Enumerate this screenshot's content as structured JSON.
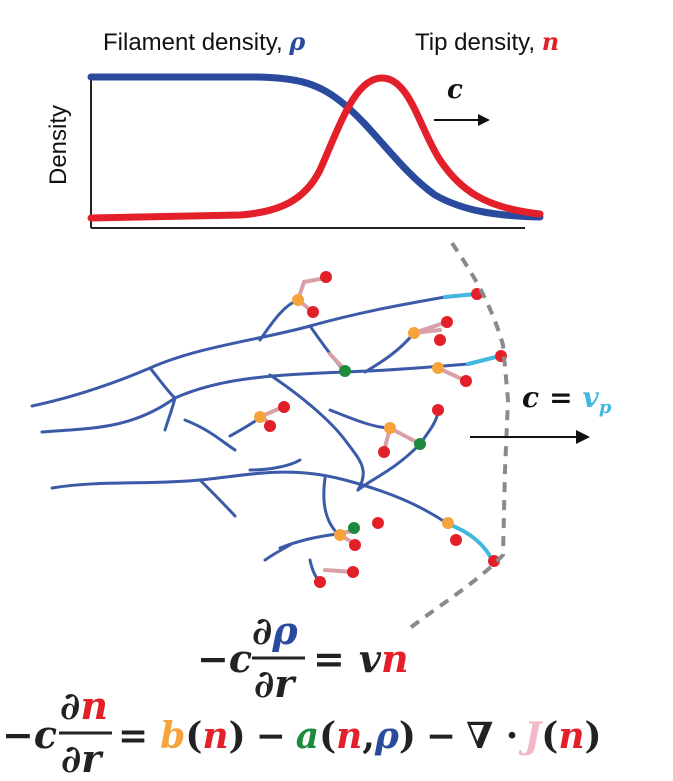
{
  "plot": {
    "legend_filament_text": "Filament density, ",
    "legend_filament_symbol": "ρ",
    "legend_tip_text": "Tip density, ",
    "legend_tip_symbol": "n",
    "ylabel": "Density",
    "arrow_label": "c"
  },
  "network": {
    "speed_lhs": "c",
    "speed_eq": "=",
    "speed_rhs": "v",
    "speed_rhs_sub": "p"
  },
  "equations": {
    "eq1": {
      "minus": "−",
      "c": "c",
      "num_d": "∂",
      "num_var": "ρ",
      "den": "∂r",
      "equals": "=",
      "v": "v",
      "n": "n"
    },
    "eq2": {
      "minus": "−",
      "c": "c",
      "num_d": "∂",
      "num_var": "n",
      "den": "∂r",
      "equals": "=",
      "b": "b",
      "b_open": "(",
      "b_n": "n",
      "b_close": ")",
      "minus2": "−",
      "a": "a",
      "a_open": "(",
      "a_n": "n",
      "a_comma": ",",
      "a_rho": "ρ",
      "a_close": ")",
      "minus3": "−",
      "nabla": "∇ ·",
      "J": "J",
      "J_open": "(",
      "J_n": "n",
      "J_close": ")"
    }
  },
  "colors": {
    "filament": "#3b5ba8",
    "filament_curve": "#2a4a9e",
    "tip": "#e3202a",
    "branch": "#f5a33a",
    "annihilation": "#1e8a3e",
    "diffusion": "#d9a0a8",
    "protrusion": "#42b8e0",
    "front": "#8a8a8a"
  }
}
